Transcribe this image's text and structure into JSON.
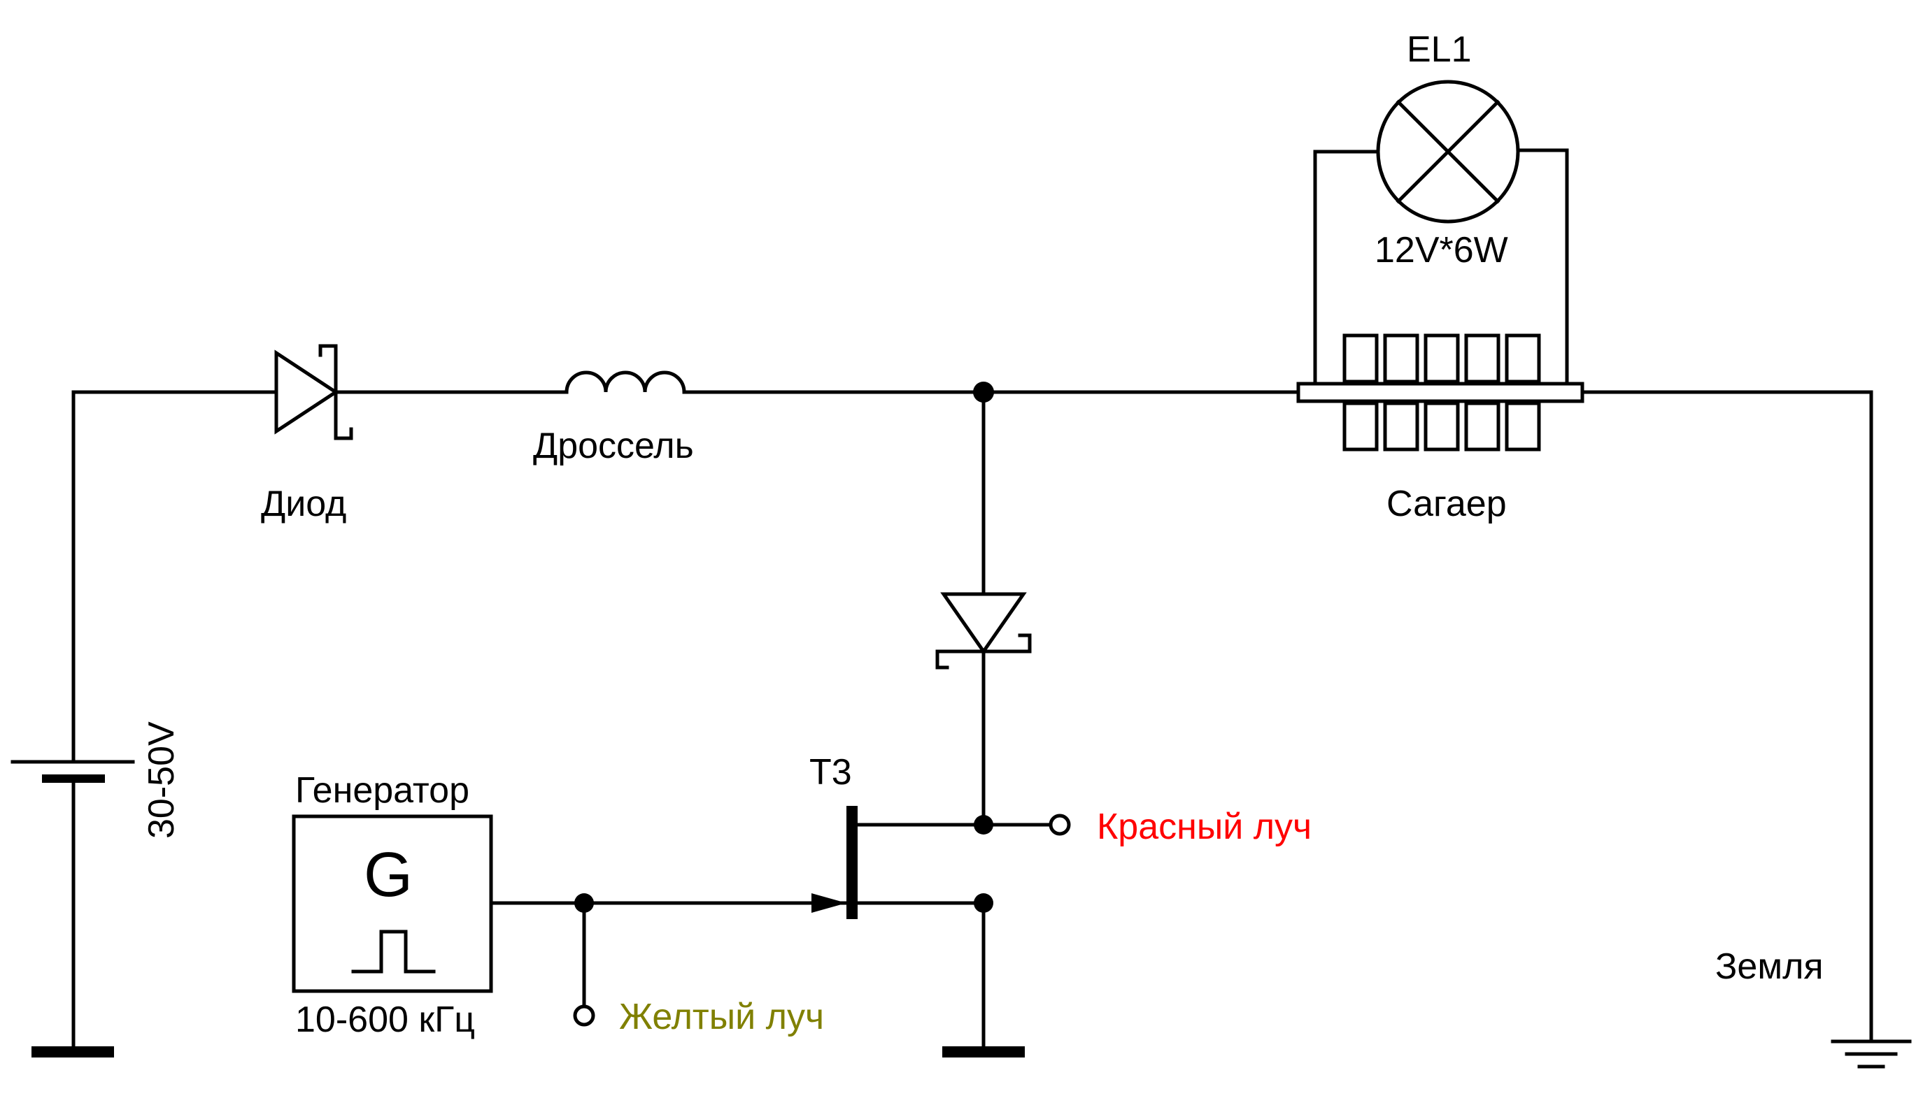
{
  "labels": {
    "lamp_ref": "EL1",
    "lamp_rating": "12V*6W",
    "diode": "Диод",
    "choke": "Дроссель",
    "sagaer": "Сагаер",
    "supply_voltage": "30-50V",
    "generator_title": "Генератор",
    "generator_symbol": "G",
    "generator_freq": "10-600 кГц",
    "transistor": "T3",
    "red_beam": "Красный луч",
    "yellow_beam": "Желтый луч",
    "ground": "Земля"
  },
  "colors": {
    "wire": "#000000",
    "red_beam": "#ff0000",
    "yellow_beam": "#808000",
    "background": "#ffffff"
  }
}
